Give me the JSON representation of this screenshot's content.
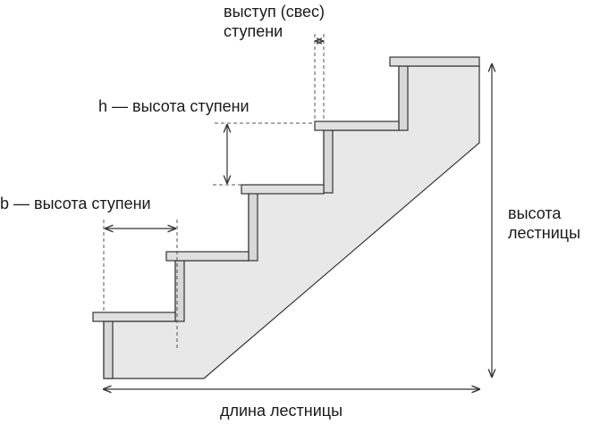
{
  "labels": {
    "overhang_line1": "выступ (свес)",
    "overhang_line2": "ступени",
    "h_label": "h — высота ступени",
    "b_label": "b — высота ступени",
    "stair_height_line1": "высота",
    "stair_height_line2": "лестницы",
    "stair_length": "длина лестницы"
  },
  "colors": {
    "stringer_fill": "#e8e8e8",
    "tread_fill": "#e0e0e0",
    "stroke": "#333333",
    "dash": "#555555",
    "text": "#1a1a1a"
  }
}
